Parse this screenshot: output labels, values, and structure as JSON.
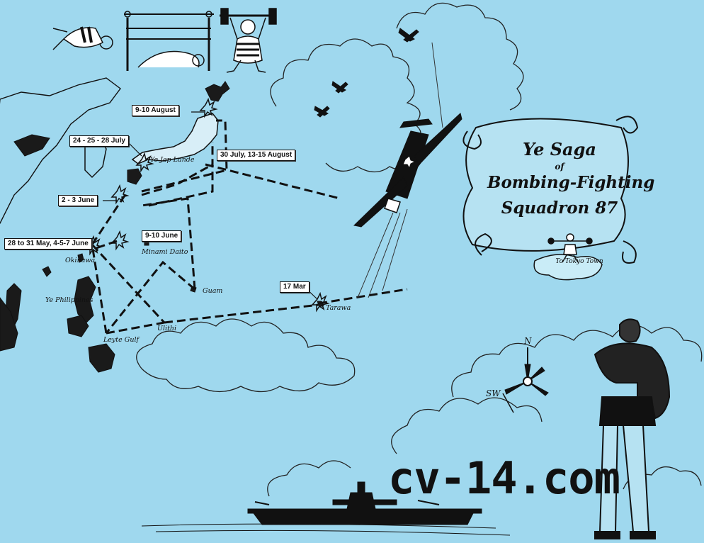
{
  "title": {
    "line1": "Ye Saga",
    "line2": "of",
    "line3": "Bombing-Fighting",
    "line4": "Squadron 87"
  },
  "scroll_caption": "To Tokyo Town",
  "dates": {
    "aug_9_10": "9-10 August",
    "july_24_28": "24 - 25 - 28  July",
    "july30_aug": "30 July, 13-15 August",
    "june_2_3": "2 - 3 June",
    "may_june": "28 to 31 May, 4-5-7 June",
    "june_9_10": "9-10 June",
    "march_17": "17 Mar"
  },
  "places": {
    "japan": "Ye Jap Lande",
    "okinawa": "Okinawa",
    "minami": "Minami Daito",
    "guam": "Guam",
    "philippines": "Ye Philippines",
    "leyte": "Leyte Gulf",
    "ulithi": "Ulithi",
    "tarawa": "Tarawa"
  },
  "compass": {
    "north": "N",
    "southwest": "SW"
  },
  "watermark": "cv-14.com",
  "colors": {
    "sky": "#9fd8ee",
    "ink": "#111111",
    "label_bg": "#ffffff"
  }
}
